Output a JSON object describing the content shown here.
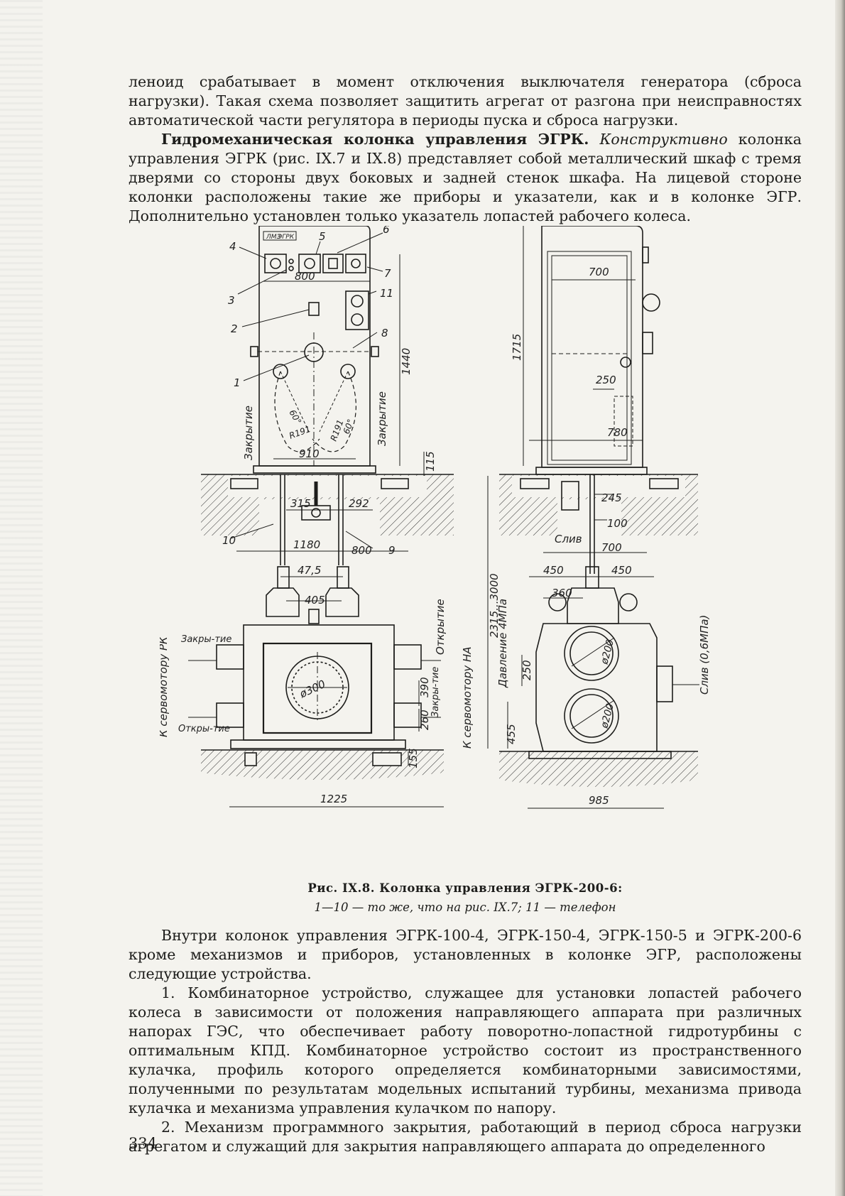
{
  "text_top": {
    "line1": "леноид срабатывает в момент отключения выключателя генератора (сброса нагрузки). Такая схема позволяет защитить агрегат от разгона при неисправностях автоматической части регулятора в периоды пуска и сброса нагрузки.",
    "para2_bold": "Гидромеханическая колонка управления ЭГРК.",
    "para2_italic": "Конструктивно",
    "para2_rest": "колонка управления ЭГРК (рис. IX.7 и IX.8) представляет собой металлический шкаф с тремя дверями со стороны двух боковых и задней стенок шкафа. На лицевой стороне колонки расположены такие же приборы и указатели, как и в колонке ЭГР. Дополнительно установлен только указатель лопастей рабочего колеса."
  },
  "figure": {
    "panel_label": "ЭГРК",
    "panel_label_small": "ЛМЗ",
    "callouts": [
      "1",
      "2",
      "3",
      "4",
      "5",
      "6",
      "7",
      "8",
      "9",
      "10",
      "11"
    ],
    "dims": {
      "d800_top": "800",
      "d1440": "1440",
      "d910": "910",
      "d115": "115",
      "d315": "315",
      "d292": "292",
      "d1180": "1180",
      "d800_bottom": "800",
      "d47_5": "47,5",
      "d405": "405",
      "d390": "390",
      "d260": "260",
      "d155": "155",
      "d1225": "1225",
      "d2315": "2315...3000",
      "d455": "455",
      "d250_left": "250",
      "d700_top": "700",
      "d1715": "1715",
      "d250_right": "250",
      "d780": "780",
      "d245": "245",
      "d100": "100",
      "d700_bottom": "700",
      "d450_left": "450",
      "d450_right": "450",
      "d360": "360",
      "d985": "985",
      "r_angle1": "60°",
      "r_angle2": "60°",
      "r_r1": "R191",
      "r_r2": "R191",
      "dia300": "ø300",
      "dia200_a": "ø200",
      "dia200_b": "ø200"
    },
    "labels": {
      "zakrytie_left": "Закрытие",
      "zakrytie_right": "Закрытие",
      "k_servo_rk": "К сервомотору РК",
      "zakry_tie": "Закры-тие",
      "otkry_tie": "Откры-тие",
      "otkrytie_right": "Открытие",
      "zakry_tie_right": "Закры-тие",
      "k_servo_na": "К сервомотору НА",
      "davlenie": "Давление 4МПа",
      "sliv_top": "Слив",
      "sliv_right": "Слив (0,6МПа)"
    }
  },
  "caption": {
    "title": "Рис. IX.8. Колонка управления ЭГРК-200-6:",
    "legend": "1—10 — то же, что на рис. IX.7; 11 — телефон"
  },
  "text_bottom": {
    "para1": "Внутри колонок управления ЭГРК-100-4, ЭГРК-150-4, ЭГРК-150-5 и ЭГРК-200-6 кроме механизмов и приборов, установленных в колонке ЭГР, расположены следующие устройства.",
    "para2": "1. Комбинаторное устройство, служащее для установки лопастей рабочего колеса в зависимости от положения направляющего аппарата при различных напорах ГЭС, что обеспечивает работу поворотно-лопастной гидротурбины с оптимальным КПД. Комбинаторное устройство состоит из пространственного кулачка, профиль которого определяется комбинаторными зависимостями, полученными по результатам модельных испытаний турбины, механизма привода кулачка и механизма управления кулачком по напору.",
    "para3": "2. Механизм программного закрытия, работающий в период сброса нагрузки агрегатом и служащий для закрытия направляющего аппарата до определенного"
  },
  "page_number": "334"
}
